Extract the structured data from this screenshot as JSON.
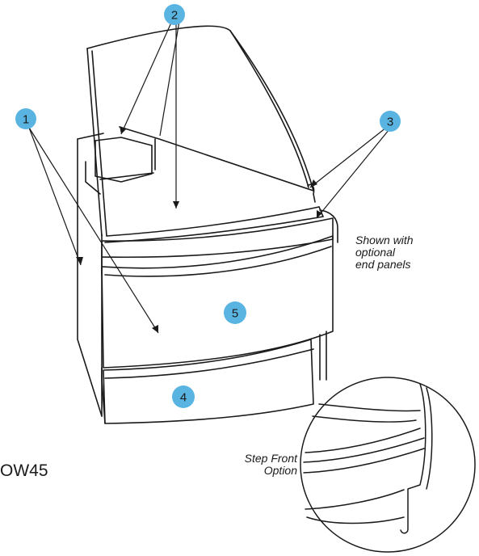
{
  "callouts": [
    {
      "id": "1",
      "text": "1"
    },
    {
      "id": "2",
      "text": "2"
    },
    {
      "id": "3",
      "text": "3"
    },
    {
      "id": "4",
      "text": "4"
    },
    {
      "id": "5",
      "text": "5"
    }
  ],
  "captions": {
    "end_panels": [
      "Shown with",
      "optional",
      "end panels"
    ],
    "step_front": [
      "Step Front",
      "Option"
    ]
  },
  "model_label": "OW45",
  "colors": {
    "badge_fill": "#5ab4e2",
    "line": "#1a1a1a",
    "background": "#ffffff"
  }
}
